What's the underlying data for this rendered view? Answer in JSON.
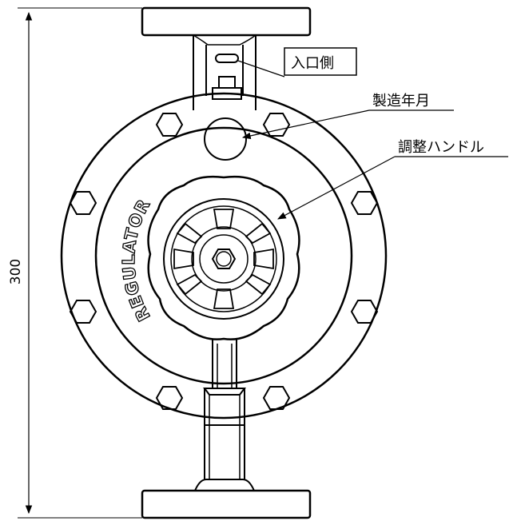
{
  "dimension": {
    "value": "300"
  },
  "callouts": {
    "inlet": "入口側",
    "manufacture_date": "製造年月",
    "adjust_handle": "調整ハンドル"
  },
  "brand_text": "REGULATOR"
}
